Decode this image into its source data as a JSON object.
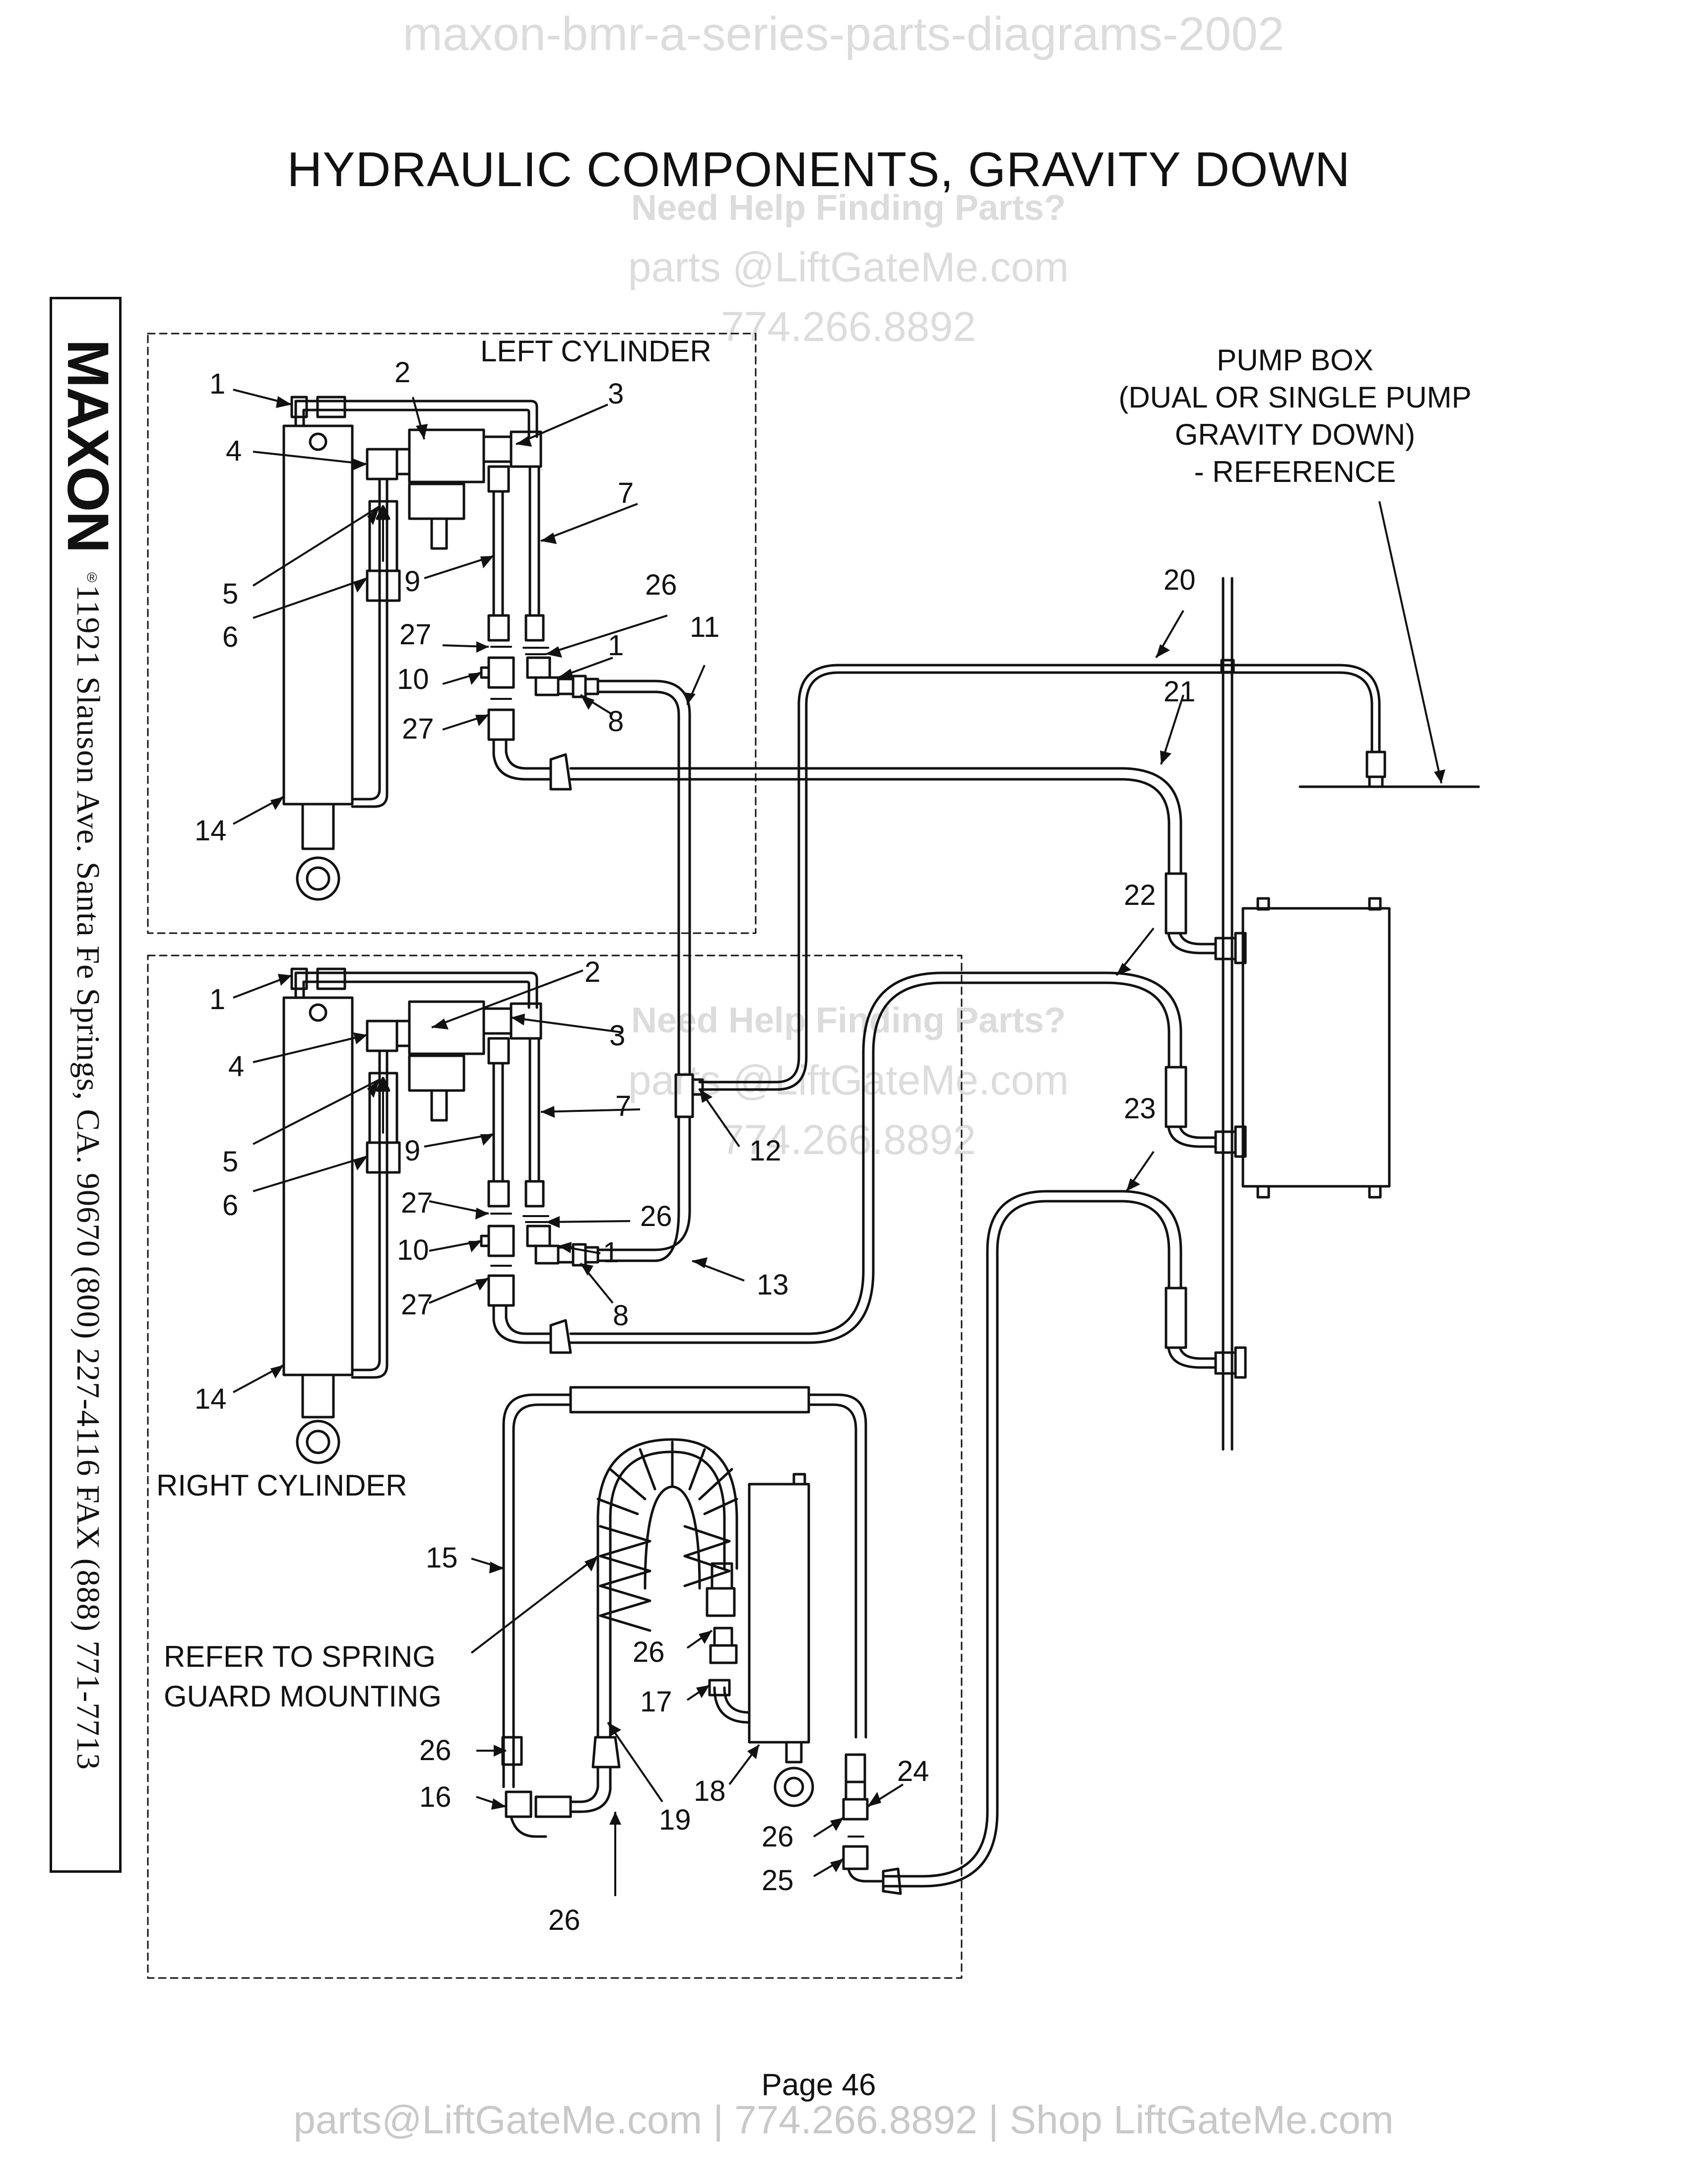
{
  "watermark": {
    "top": "maxon-bmr-a-series-parts-diagrams-2002",
    "help": "Need Help Finding Parts?",
    "email": "parts @LiftGateMe.com",
    "phone": "774.266.8892"
  },
  "title": "HYDRAULIC COMPONENTS, GRAVITY DOWN",
  "sidebar": {
    "brand": "MAXON",
    "registered": "®",
    "address": "11921 Slauson Ave.  Santa Fe Springs, CA.  90670  (800) 227-4116  FAX (888) 771-7713"
  },
  "labels": {
    "left_cylinder": "LEFT CYLINDER",
    "right_cylinder": "RIGHT CYLINDER",
    "pump_box_line1": "PUMP BOX",
    "pump_box_line2": "(DUAL OR SINGLE PUMP",
    "pump_box_line3": "GRAVITY DOWN)",
    "pump_box_line4": "- REFERENCE",
    "spring_guard_line1": "REFER TO SPRING",
    "spring_guard_line2": "GUARD MOUNTING"
  },
  "callouts": {
    "c1a": "1",
    "c2a": "2",
    "c3a": "3",
    "c4a": "4",
    "c5a": "5",
    "c6a": "6",
    "c7a": "7",
    "c9a": "9",
    "c26a": "26",
    "c27a": "27",
    "c1b": "1",
    "c10a": "10",
    "c8a": "8",
    "c27b": "27",
    "c11": "11",
    "c14a": "14",
    "c20": "20",
    "c21": "21",
    "c22": "22",
    "c23": "23",
    "c1c": "1",
    "c2b": "2",
    "c3b": "3",
    "c4b": "4",
    "c5b": "5",
    "c6b": "6",
    "c7b": "7",
    "c9b": "9",
    "c12": "12",
    "c27c": "27",
    "c26b": "26",
    "c10b": "10",
    "c1d": "1",
    "c13": "13",
    "c27d": "27",
    "c8b": "8",
    "c14b": "14",
    "c15": "15",
    "c26c": "26",
    "c17": "17",
    "c26d": "26",
    "c16": "16",
    "c19": "19",
    "c26e": "26",
    "c18": "18",
    "c24": "24",
    "c26f": "26",
    "c25": "25"
  },
  "page": "Page  46",
  "footer": "parts@LiftGateMe.com | 774.266.8892 | Shop LiftGateMe.com"
}
